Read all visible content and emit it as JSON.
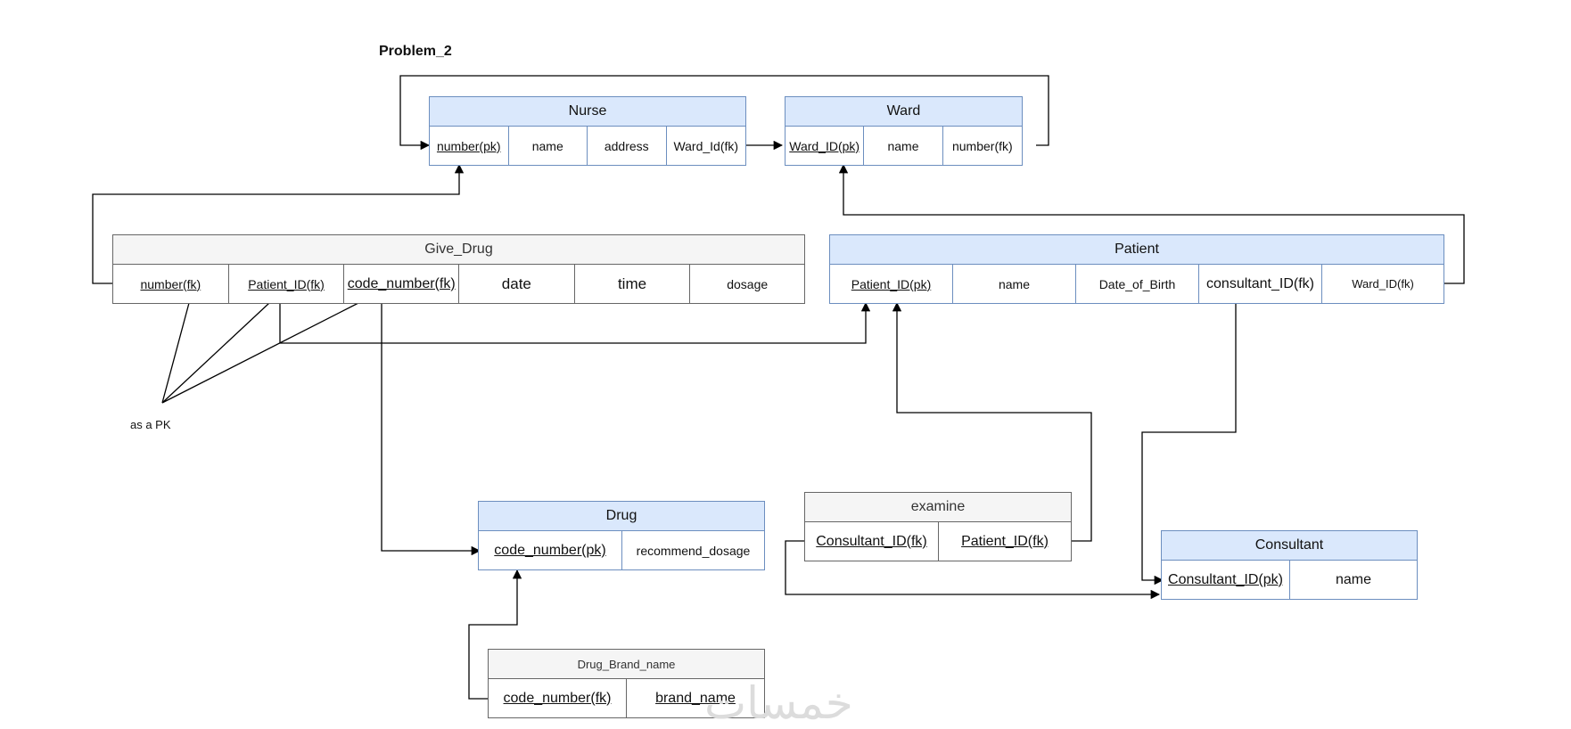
{
  "title": "Problem_2",
  "annotation": "as a PK",
  "watermark": "خمسات",
  "colors": {
    "entity_fill": "#dae8fc",
    "entity_border": "#6c8ebf",
    "weak_fill": "#f5f5f5",
    "weak_border": "#666666",
    "line": "#000000"
  },
  "entities": {
    "nurse": {
      "name": "Nurse",
      "fields": [
        "number(pk)",
        "name",
        "address",
        "Ward_Id(fk)"
      ]
    },
    "ward": {
      "name": "Ward",
      "fields": [
        "Ward_ID(pk)",
        "name",
        "number(fk)"
      ]
    },
    "give_drug": {
      "name": "Give_Drug",
      "fields": [
        "number(fk)",
        "Patient_ID(fk)",
        "code_number(fk)",
        "date",
        "time",
        "dosage"
      ]
    },
    "patient": {
      "name": "Patient",
      "fields": [
        "Patient_ID(pk)",
        "name",
        "Date_of_Birth",
        "consultant_ID(fk)",
        "Ward_ID(fk)"
      ]
    },
    "drug": {
      "name": "Drug",
      "fields": [
        "code_number(pk)",
        "recommend_dosage"
      ]
    },
    "examine": {
      "name": "examine",
      "fields": [
        "Consultant_ID(fk)",
        "Patient_ID(fk)"
      ]
    },
    "consultant": {
      "name": "Consultant",
      "fields": [
        "Consultant_ID(pk)",
        "name"
      ]
    },
    "drug_brand_name": {
      "name": "Drug_Brand_name",
      "fields": [
        "code_number(fk)",
        "brand_name"
      ]
    }
  }
}
